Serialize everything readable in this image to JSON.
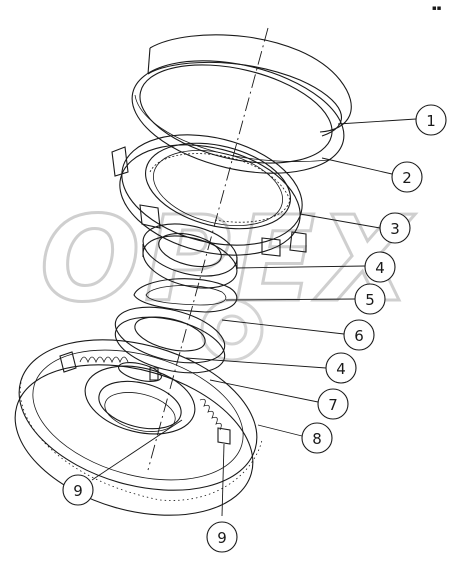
{
  "watermark": {
    "text": "OPEX"
  },
  "corner_mark": "▪▪",
  "callouts": [
    {
      "id": "c1",
      "label": "1"
    },
    {
      "id": "c2",
      "label": "2"
    },
    {
      "id": "c3",
      "label": "3"
    },
    {
      "id": "c4a",
      "label": "4"
    },
    {
      "id": "c5",
      "label": "5"
    },
    {
      "id": "c6",
      "label": "6"
    },
    {
      "id": "c4b",
      "label": "4"
    },
    {
      "id": "c7",
      "label": "7"
    },
    {
      "id": "c8",
      "label": "8"
    },
    {
      "id": "c9a",
      "label": "9"
    },
    {
      "id": "c9b",
      "label": "9"
    }
  ]
}
